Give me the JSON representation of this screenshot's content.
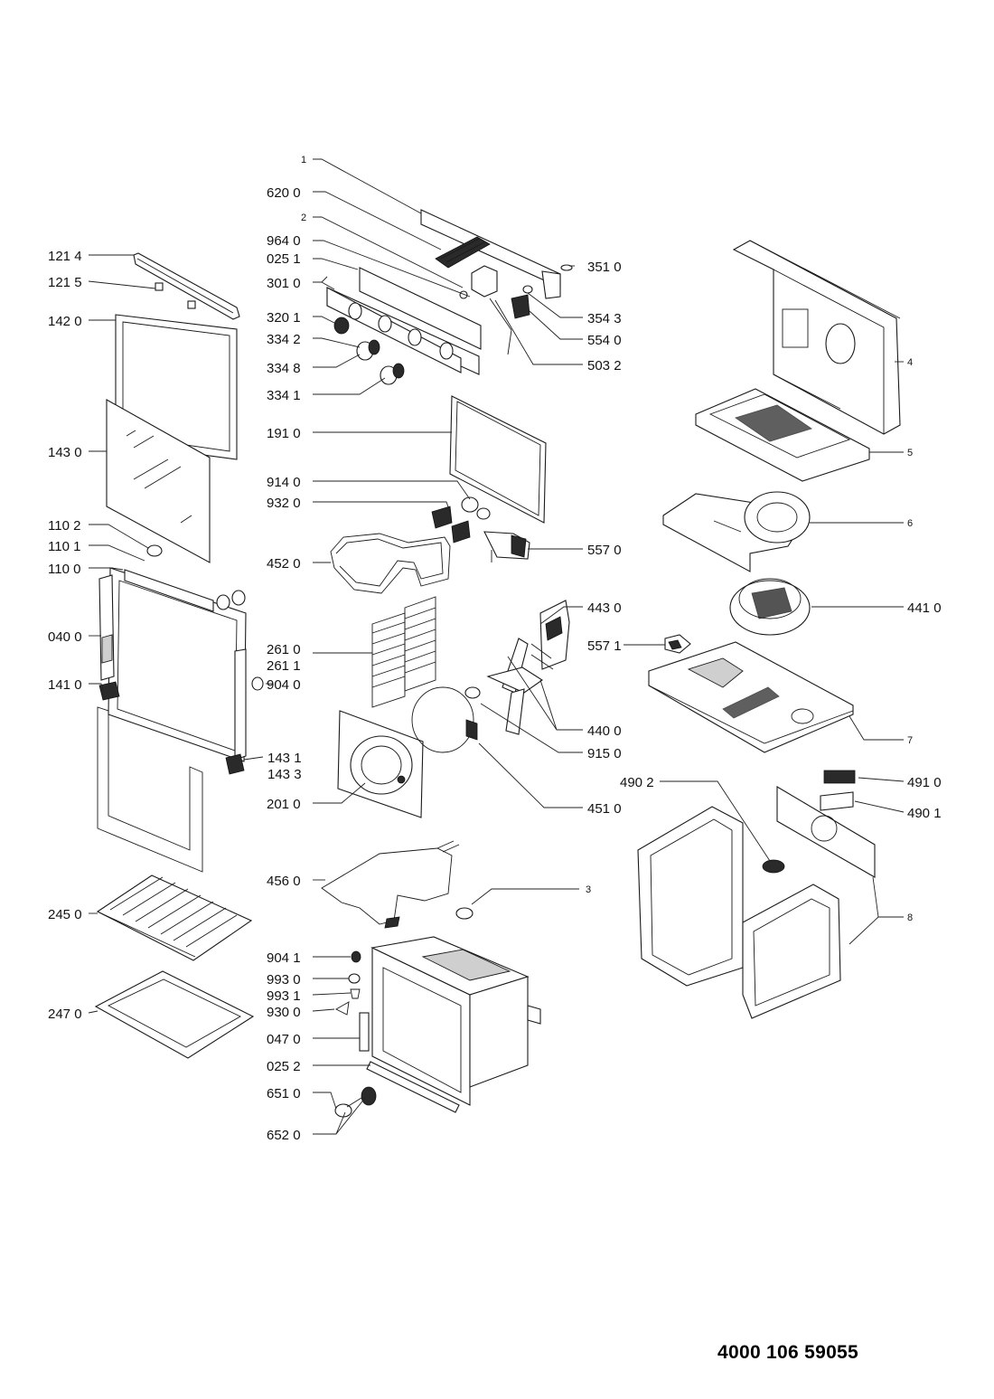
{
  "document_number": "4000 106 59055",
  "labels": {
    "l1": "1",
    "l6200": "620 0",
    "l2": "2",
    "l9640": "964 0",
    "l0251": "025 1",
    "l3010": "301 0",
    "l3201": "320 1",
    "l3342": "334 2",
    "l3348": "334 8",
    "l3341": "334 1",
    "l3510": "351 0",
    "l3543": "354 3",
    "l5540": "554 0",
    "l5032": "503 2",
    "l1910": "191 0",
    "l9140": "914 0",
    "l9320": "932 0",
    "l4520": "452 0",
    "l5570": "557 0",
    "l4430": "443 0",
    "l2610": "261 0",
    "l2611": "261 1",
    "l9040": "904 0",
    "l4400": "440 0",
    "l9150": "915 0",
    "l2010": "201 0",
    "l4510": "451 0",
    "l4560": "456 0",
    "l3": "3",
    "l9041": "904 1",
    "l9930": "993 0",
    "l9931": "993 1",
    "l9300": "930 0",
    "l0470": "047 0",
    "l0252": "025 2",
    "l6510": "651 0",
    "l6520": "652 0",
    "l1214": "121 4",
    "l1215": "121 5",
    "l1420": "142 0",
    "l1430": "143 0",
    "l1102": "110 2",
    "l1101": "110 1",
    "l1100": "110 0",
    "l0400": "040 0",
    "l1410": "141 0",
    "l1431": "143 1",
    "l1433": "143 3",
    "l2450": "245 0",
    "l2470": "247 0",
    "l4": "4",
    "l5": "5",
    "l6": "6",
    "l4410": "441 0",
    "l5571": "557 1",
    "l7": "7",
    "l4902": "490 2",
    "l4910": "491 0",
    "l4901": "490 1",
    "l8": "8"
  }
}
